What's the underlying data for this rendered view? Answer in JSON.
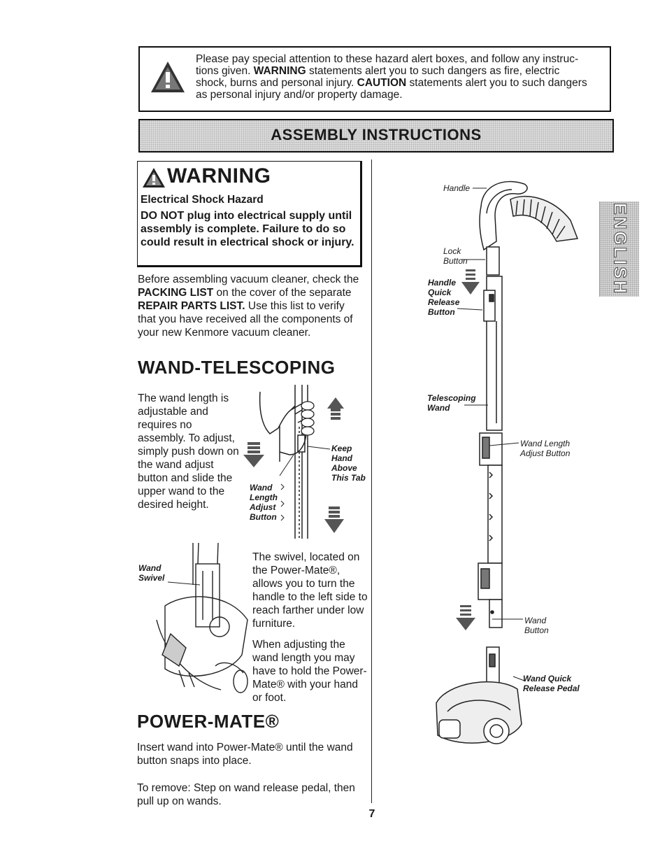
{
  "notice": {
    "line1": "Please pay special attention to these hazard alert boxes, and follow any instruc-",
    "line2_a": "tions given. ",
    "line2_b": "WARNING",
    "line2_c": " statements alert you to such dangers as fire, electric",
    "line3_a": "shock, burns and personal injury. ",
    "line3_b": "CAUTION",
    "line3_c": " statements alert you to such dangers",
    "line4": "as personal injury and/or property damage."
  },
  "banner_title": "ASSEMBLY INSTRUCTIONS",
  "warning": {
    "title": "WARNING",
    "subtitle": "Electrical Shock Hazard",
    "body": "DO NOT plug into electrical supply until assembly is complete. Failure to do so could result in electrical shock or injury."
  },
  "intro": {
    "a": "Before assembling vacuum cleaner, check the ",
    "b": "PACKING LIST",
    "c": " on the cover of the separate ",
    "d": "REPAIR PARTS LIST.",
    "e": " Use this list to verify that you have received all the components of your new Kenmore vacuum cleaner."
  },
  "wand_section": {
    "heading": "WAND-TELESCOPING",
    "text": "The wand length is adjustable and requires no assembly. To adjust, simply push down on the wand adjust button and slide the upper wand to the desired height."
  },
  "swivel_text": "The swivel, located on the Power-Mate®, allows you to turn the handle to the left side to reach farther under low furniture.",
  "adjust_text": "When adjusting the wand length you may have to hold the Power-Mate® with your hand or foot.",
  "powermate": {
    "heading": "POWER-MATE®",
    "text": "Insert wand into Power-Mate® until the wand button snaps into place.",
    "remove": "To remove: Step on wand release pedal, then pull up on wands."
  },
  "page_number": "7",
  "side_tab": "ENGLISH",
  "labels": {
    "keep_hand": "Keep Hand Above This Tab",
    "wand_length_adjust_button": "Wand Length Adjust Button",
    "wand_swivel": "Wand Swivel",
    "handle": "Handle",
    "lock_button": "Lock Button",
    "handle_quick_release_button": "Handle Quick Release Button",
    "telescoping_wand": "Telescoping Wand",
    "wand_length_adjust_button_right": "Wand Length Adjust Button",
    "wand_button": "Wand Button",
    "wand_quick_release_pedal": "Wand Quick Release Pedal"
  }
}
